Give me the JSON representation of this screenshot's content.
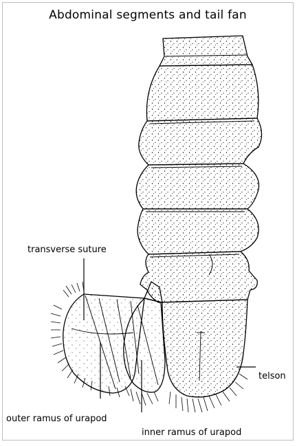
{
  "title": "Abdominal segments and tail fan",
  "labels": {
    "transverse_suture": "transverse suture",
    "telson": "telson",
    "outer_ramus": "outer ramus of urapod",
    "inner_ramus": "inner ramus of urapod"
  },
  "colors": {
    "ink": "#000000",
    "paper": "#ffffff",
    "frame": "#bdbdbd"
  }
}
